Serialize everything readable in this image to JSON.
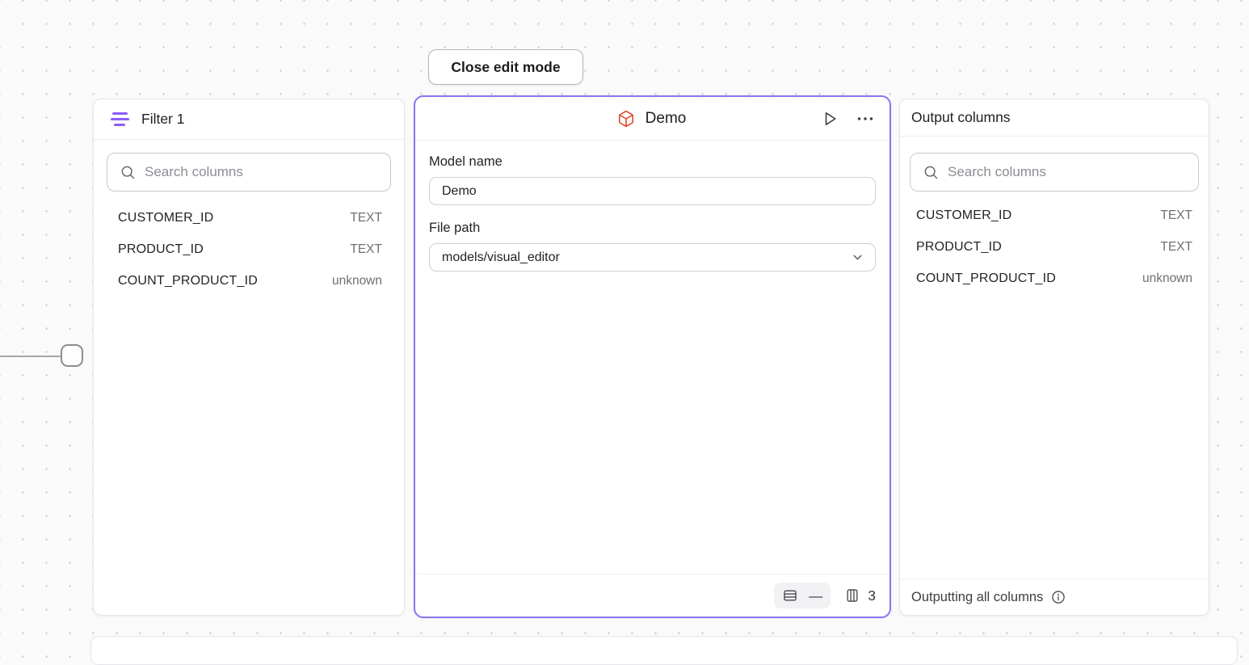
{
  "toolbar": {
    "close_edit_mode_label": "Close edit mode"
  },
  "filter_panel": {
    "title": "Filter 1",
    "search_placeholder": "Search columns",
    "columns": [
      {
        "name": "CUSTOMER_ID",
        "type": "TEXT"
      },
      {
        "name": "PRODUCT_ID",
        "type": "TEXT"
      },
      {
        "name": "COUNT_PRODUCT_ID",
        "type": "unknown"
      }
    ]
  },
  "model_panel": {
    "title": "Demo",
    "model_name": {
      "label": "Model name",
      "value": "Demo"
    },
    "file_path": {
      "label": "File path",
      "value": "models/visual_editor"
    },
    "stats": {
      "row_count": "—",
      "column_count": "3"
    }
  },
  "output_panel": {
    "title": "Output columns",
    "search_placeholder": "Search columns",
    "columns": [
      {
        "name": "CUSTOMER_ID",
        "type": "TEXT"
      },
      {
        "name": "PRODUCT_ID",
        "type": "TEXT"
      },
      {
        "name": "COUNT_PRODUCT_ID",
        "type": "unknown"
      }
    ],
    "footer_text": "Outputting all columns"
  },
  "icons": {
    "filter": "filter-lines-icon",
    "search": "search-icon",
    "model": "cube-icon",
    "run": "play-icon",
    "menu": "ellipsis-icon",
    "dropdown": "chevron-down-icon",
    "rows": "table-rows-icon",
    "columns": "table-columns-icon",
    "info": "info-icon"
  },
  "colors": {
    "accent_purple": "#8b74f3",
    "filter_icon_purple": "#8b5cf6",
    "model_icon_red": "#dd4527",
    "canvas_background": "#fafafa"
  }
}
